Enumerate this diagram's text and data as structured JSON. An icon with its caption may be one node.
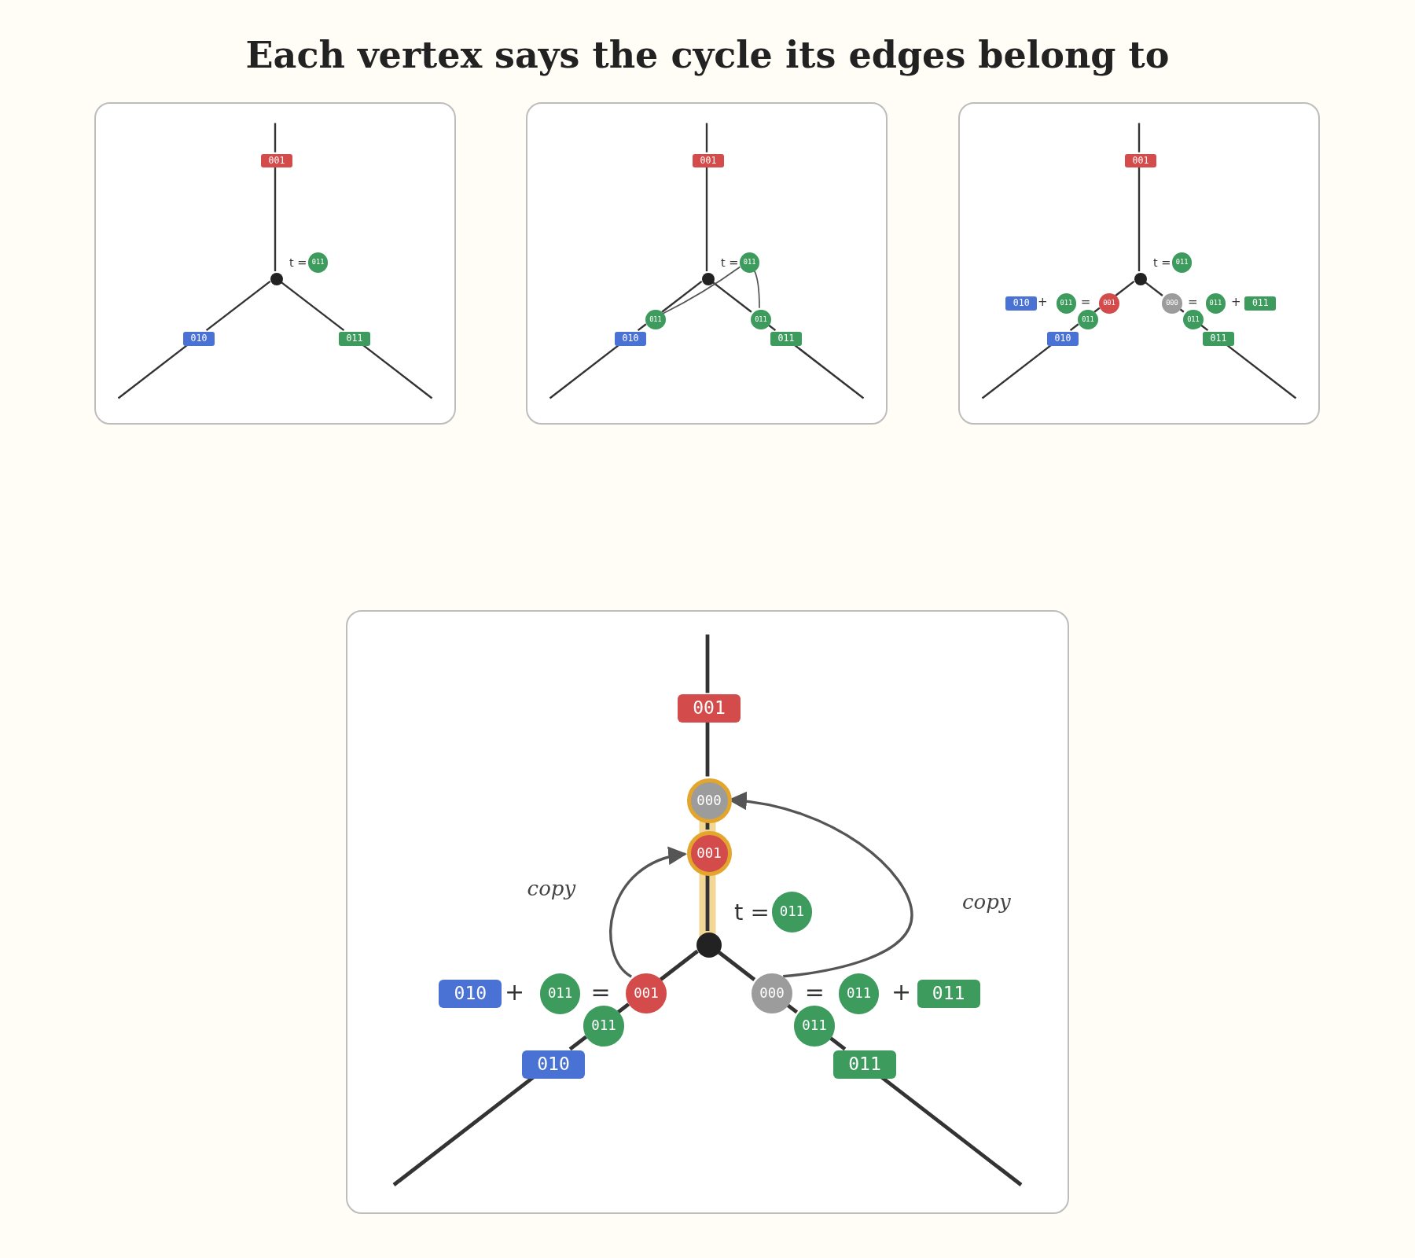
{
  "diagram": {
    "title": "Each vertex says the cycle its edges belong to",
    "nodes": [
      {
        "text": [],
        "shape": "box"
      },
      {
        "text": [
          "001"
        ],
        "in": 0
      },
      {
        "text": [
          "011"
        ],
        "beside": [
          "t ="
        ],
        "in": 0
      },
      {
        "text": [],
        "shape": "circle",
        "in": 0
      },
      {
        "text": [
          "010"
        ],
        "in": 0
      },
      {
        "text": [
          "011"
        ],
        "in": 0
      },
      {
        "text": [],
        "shape": "box"
      },
      {
        "text": [
          "001"
        ],
        "in": 6
      },
      {
        "text": [
          "011"
        ],
        "beside": [
          "t ="
        ],
        "in": 6
      },
      {
        "text": [],
        "shape": "circle",
        "in": 6
      },
      {
        "text": [
          "011"
        ],
        "in": 6
      },
      {
        "text": [
          "011"
        ],
        "in": 6
      },
      {
        "text": [
          "010"
        ],
        "in": 6
      },
      {
        "text": [
          "011"
        ],
        "in": 6
      },
      {
        "text": [],
        "shape": "box"
      },
      {
        "text": [
          "001"
        ],
        "in": 14
      },
      {
        "text": [
          "011"
        ],
        "beside": [
          "t ="
        ],
        "in": 14
      },
      {
        "text": [],
        "shape": "circle",
        "in": 14
      },
      {
        "text": [
          "010"
        ],
        "in": 14
      },
      {
        "text": [
          "011"
        ],
        "in": 14
      },
      {
        "text": [
          "001"
        ],
        "in": 14
      },
      {
        "text": [
          "000"
        ],
        "in": 14
      },
      {
        "text": [
          "011"
        ],
        "in": 14
      },
      {
        "text": [
          "011"
        ],
        "in": 14
      },
      {
        "text": [
          "011"
        ],
        "in": 14
      },
      {
        "text": [
          "011"
        ],
        "in": 14
      },
      {
        "text": [
          "010"
        ],
        "in": 14
      },
      {
        "text": [
          "011"
        ],
        "in": 14
      },
      {
        "text": [],
        "shape": "box"
      },
      {
        "text": [
          "001"
        ],
        "in": 28
      },
      {
        "text": [
          "000"
        ],
        "in": 28
      },
      {
        "text": [
          "001"
        ],
        "in": 28
      },
      {
        "text": [
          "011"
        ],
        "beside": [
          "t ="
        ],
        "in": 28
      },
      {
        "text": [],
        "shape": "circle",
        "in": 28
      },
      {
        "text": [
          "010"
        ],
        "in": 28
      },
      {
        "text": [
          "011"
        ],
        "in": 28
      },
      {
        "text": [
          "001"
        ],
        "in": 28
      },
      {
        "text": [
          "000"
        ],
        "in": 28
      },
      {
        "text": [
          "011"
        ],
        "in": 28
      },
      {
        "text": [
          "011"
        ],
        "in": 28
      },
      {
        "text": [
          "011"
        ],
        "in": 28
      },
      {
        "text": [
          "011"
        ],
        "in": 28
      },
      {
        "text": [
          "010"
        ],
        "in": 28
      },
      {
        "text": [
          "011"
        ],
        "in": 28
      }
    ],
    "edges": [
      {
        "from": 3,
        "to": 1,
        "arrow": "none"
      },
      {
        "from": 1,
        "to": null,
        "arrow": "none"
      },
      {
        "from": 3,
        "to": 4,
        "arrow": "none"
      },
      {
        "from": 4,
        "to": null,
        "arrow": "none"
      },
      {
        "from": 3,
        "to": 5,
        "arrow": "none"
      },
      {
        "from": 5,
        "to": null,
        "arrow": "none"
      },
      {
        "from": 9,
        "to": 7,
        "arrow": "none"
      },
      {
        "from": 7,
        "to": null,
        "arrow": "none"
      },
      {
        "from": 9,
        "to": 10,
        "arrow": "none"
      },
      {
        "from": 10,
        "to": 12,
        "arrow": "none"
      },
      {
        "from": 12,
        "to": null,
        "arrow": "none"
      },
      {
        "from": 9,
        "to": 11,
        "arrow": "none"
      },
      {
        "from": 11,
        "to": 13,
        "arrow": "none"
      },
      {
        "from": 13,
        "to": null,
        "arrow": "none"
      },
      {
        "from": 8,
        "to": 10,
        "arrow": "none",
        "color": "#555555"
      },
      {
        "from": 8,
        "to": 11,
        "arrow": "none",
        "color": "#555555"
      },
      {
        "from": 17,
        "to": 15,
        "arrow": "none"
      },
      {
        "from": 15,
        "to": null,
        "arrow": "none"
      },
      {
        "from": 17,
        "to": 20,
        "arrow": "none"
      },
      {
        "from": 20,
        "to": 24,
        "arrow": "none"
      },
      {
        "from": 24,
        "to": 26,
        "arrow": "none"
      },
      {
        "from": 26,
        "to": null,
        "arrow": "none"
      },
      {
        "from": 17,
        "to": 21,
        "arrow": "none"
      },
      {
        "from": 21,
        "to": 25,
        "arrow": "none"
      },
      {
        "from": 25,
        "to": 27,
        "arrow": "none"
      },
      {
        "from": 27,
        "to": null,
        "arrow": "none"
      },
      {
        "from": 33,
        "to": 31,
        "arrow": "none"
      },
      {
        "from": 31,
        "to": 30,
        "arrow": "none"
      },
      {
        "from": 30,
        "to": 29,
        "arrow": "none"
      },
      {
        "from": 29,
        "to": null,
        "arrow": "none"
      },
      {
        "from": 33,
        "to": 36,
        "arrow": "none"
      },
      {
        "from": 36,
        "to": 40,
        "arrow": "none"
      },
      {
        "from": 40,
        "to": 42,
        "arrow": "none"
      },
      {
        "from": 42,
        "to": null,
        "arrow": "none"
      },
      {
        "from": 33,
        "to": 37,
        "arrow": "none"
      },
      {
        "from": 37,
        "to": 41,
        "arrow": "none"
      },
      {
        "from": 41,
        "to": 43,
        "arrow": "none"
      },
      {
        "from": 43,
        "to": null,
        "arrow": "none"
      },
      {
        "from": 36,
        "to": 31,
        "arrow": "to",
        "label": "copy",
        "color": "#555555"
      },
      {
        "from": 37,
        "to": 30,
        "arrow": "to",
        "label": "copy",
        "color": "#555555"
      }
    ],
    "labels": [
      "+",
      "=",
      "=",
      "+",
      "+",
      "=",
      "=",
      "+"
    ]
  }
}
